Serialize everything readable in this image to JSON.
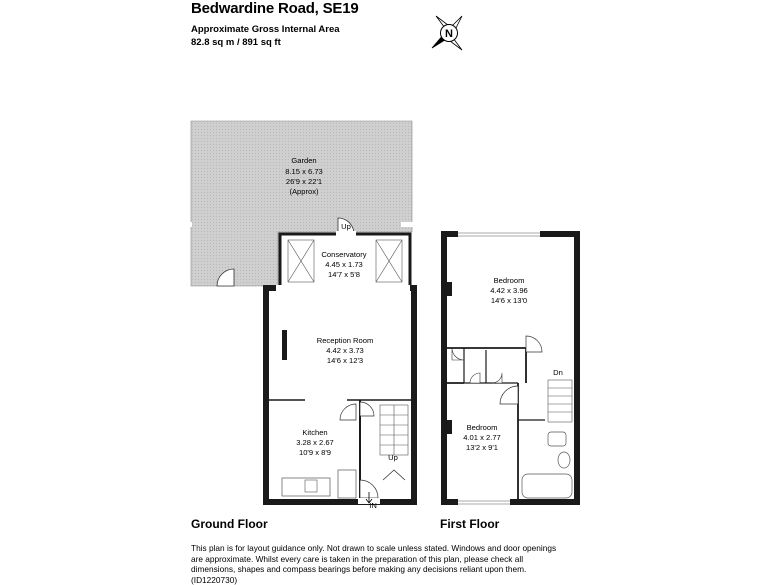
{
  "header": {
    "title": "Bedwardine Road, SE19",
    "area_label": "Approximate Gross Internal Area",
    "area_value": "82.8 sq m / 891 sq ft"
  },
  "compass": {
    "label": "N",
    "icon": "compass-icon"
  },
  "ground_floor": {
    "label": "Ground Floor",
    "garden": {
      "name": "Garden",
      "metric": "8.15 x 6.73",
      "imperial": "26'9 x 22'1",
      "note": "(Approx)"
    },
    "conservatory": {
      "name": "Conservatory",
      "metric": "4.45 x 1.73",
      "imperial": "14'7 x 5'8"
    },
    "reception": {
      "name": "Reception Room",
      "metric": "4.42 x 3.73",
      "imperial": "14'6 x 12'3"
    },
    "kitchen": {
      "name": "Kitchen",
      "metric": "3.28 x 2.67",
      "imperial": "10'9 x 8'9"
    },
    "stairs_up_top": "Up",
    "stairs_up": "Up",
    "entrance": "IN"
  },
  "first_floor": {
    "label": "First Floor",
    "bedroom1": {
      "name": "Bedroom",
      "metric": "4.42 x 3.96",
      "imperial": "14'6 x 13'0"
    },
    "bedroom2": {
      "name": "Bedroom",
      "metric": "4.01 x 2.77",
      "imperial": "13'2 x 9'1"
    },
    "stairs_down": "Dn"
  },
  "disclaimer": "This plan is for layout guidance only. Not drawn to scale unless stated. Windows and door openings are approximate. Whilst every care is taken in the preparation of this plan, please check all dimensions, shapes and compass bearings before making any decisions reliant upon them. (ID1220730)",
  "colors": {
    "wall": "#1a1a1a",
    "garden_fill": "#c8c8c8",
    "background": "#ffffff"
  }
}
